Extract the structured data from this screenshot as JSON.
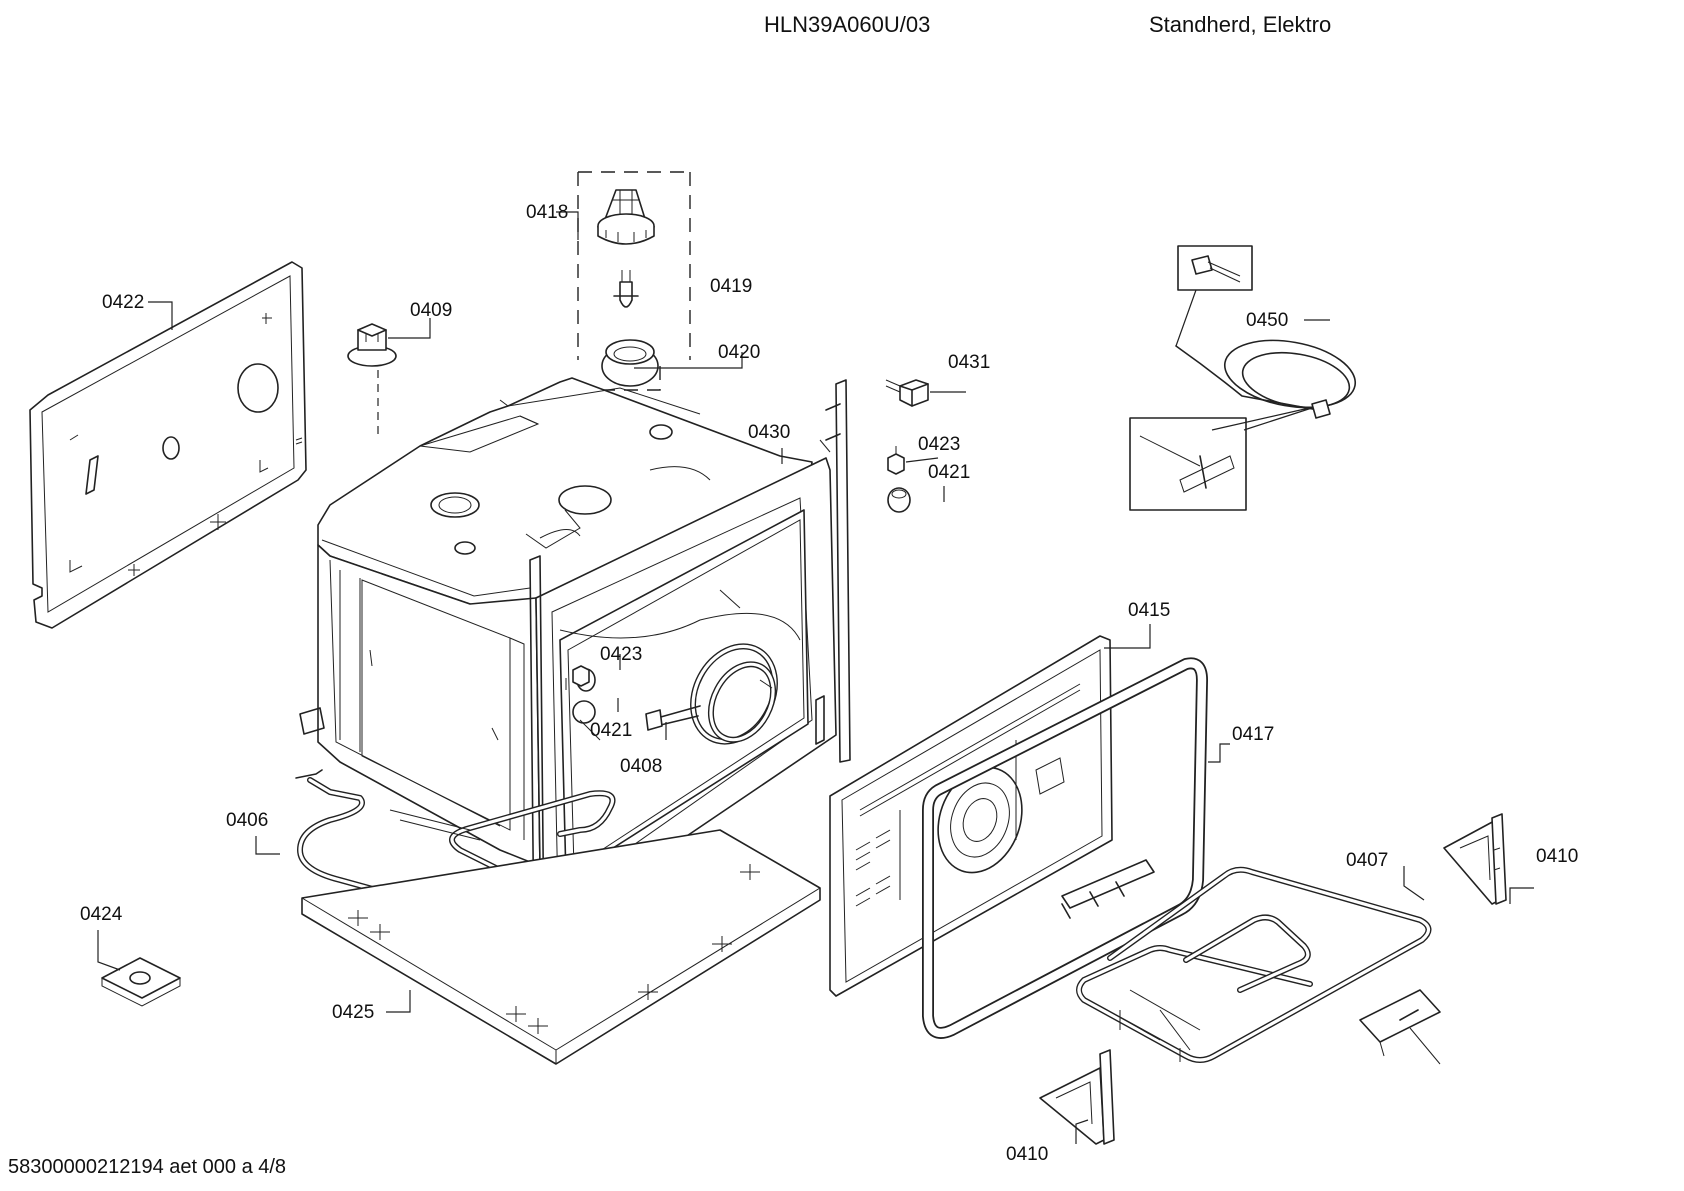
{
  "header": {
    "model": "HLN39A060U/03",
    "description": "Standherd, Elektro"
  },
  "footer": {
    "doc_ref": "58300000212194 aet 000 a 4/8"
  },
  "callouts": {
    "c0418": "0418",
    "c0419": "0419",
    "c0420": "0420",
    "c0422": "0422",
    "c0409": "0409",
    "c0431": "0431",
    "c0430": "0430",
    "c0423a": "0423",
    "c0421a": "0421",
    "c0450": "0450",
    "c0415": "0415",
    "c0423b": "0423",
    "c0421b": "0421",
    "c0408": "0408",
    "c0417": "0417",
    "c0406": "0406",
    "c0407": "0407",
    "c0410a": "0410",
    "c0424": "0424",
    "c0425": "0425",
    "c0410b": "0410"
  }
}
